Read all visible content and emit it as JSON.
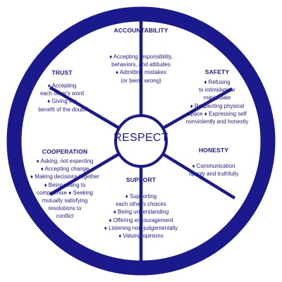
{
  "center_label": "RESPECT",
  "colors": {
    "ink": "#1a1a8c",
    "background": "#ffffff"
  },
  "segments": {
    "accountability": {
      "title": "ACCOUNTABILITY",
      "lines": [
        "♦ Accepting responsibility,",
        "behaviors, and attitudes",
        "♦ Admitting mistakes",
        "(or being wrong)"
      ]
    },
    "safety": {
      "title": "SAFETY",
      "lines": [
        "♦ Refusing",
        "to intimidate or",
        "manipulate",
        "♦ Respecting physical",
        "space ♦ Expressing self",
        "nonviolently and honestly"
      ]
    },
    "honesty": {
      "title": "HONESTY",
      "lines": [
        "♦ Communication",
        "openly and truthfully"
      ]
    },
    "support": {
      "title": "SUPPORT",
      "lines": [
        "♦ Supporting",
        "each other's choices",
        "♦ Being understanding",
        "♦ Offering encouragement",
        "♦ Listening non-judgementally",
        "♦ Valuing opinions"
      ]
    },
    "cooperation": {
      "title": "COOPERATION",
      "lines": [
        "♦ Asking, not expecting",
        "♦ Accepting change",
        "♦ Making decisions together",
        "♦ Being willing to",
        "compromise ♦ Seeking",
        "mutually satisfying",
        "resolutions to",
        "conflict"
      ]
    },
    "trust": {
      "title": "TRUST",
      "lines": [
        "♦ Accepting",
        "each other's word",
        "♦ Giving the",
        "benefit of the doubt"
      ]
    }
  }
}
